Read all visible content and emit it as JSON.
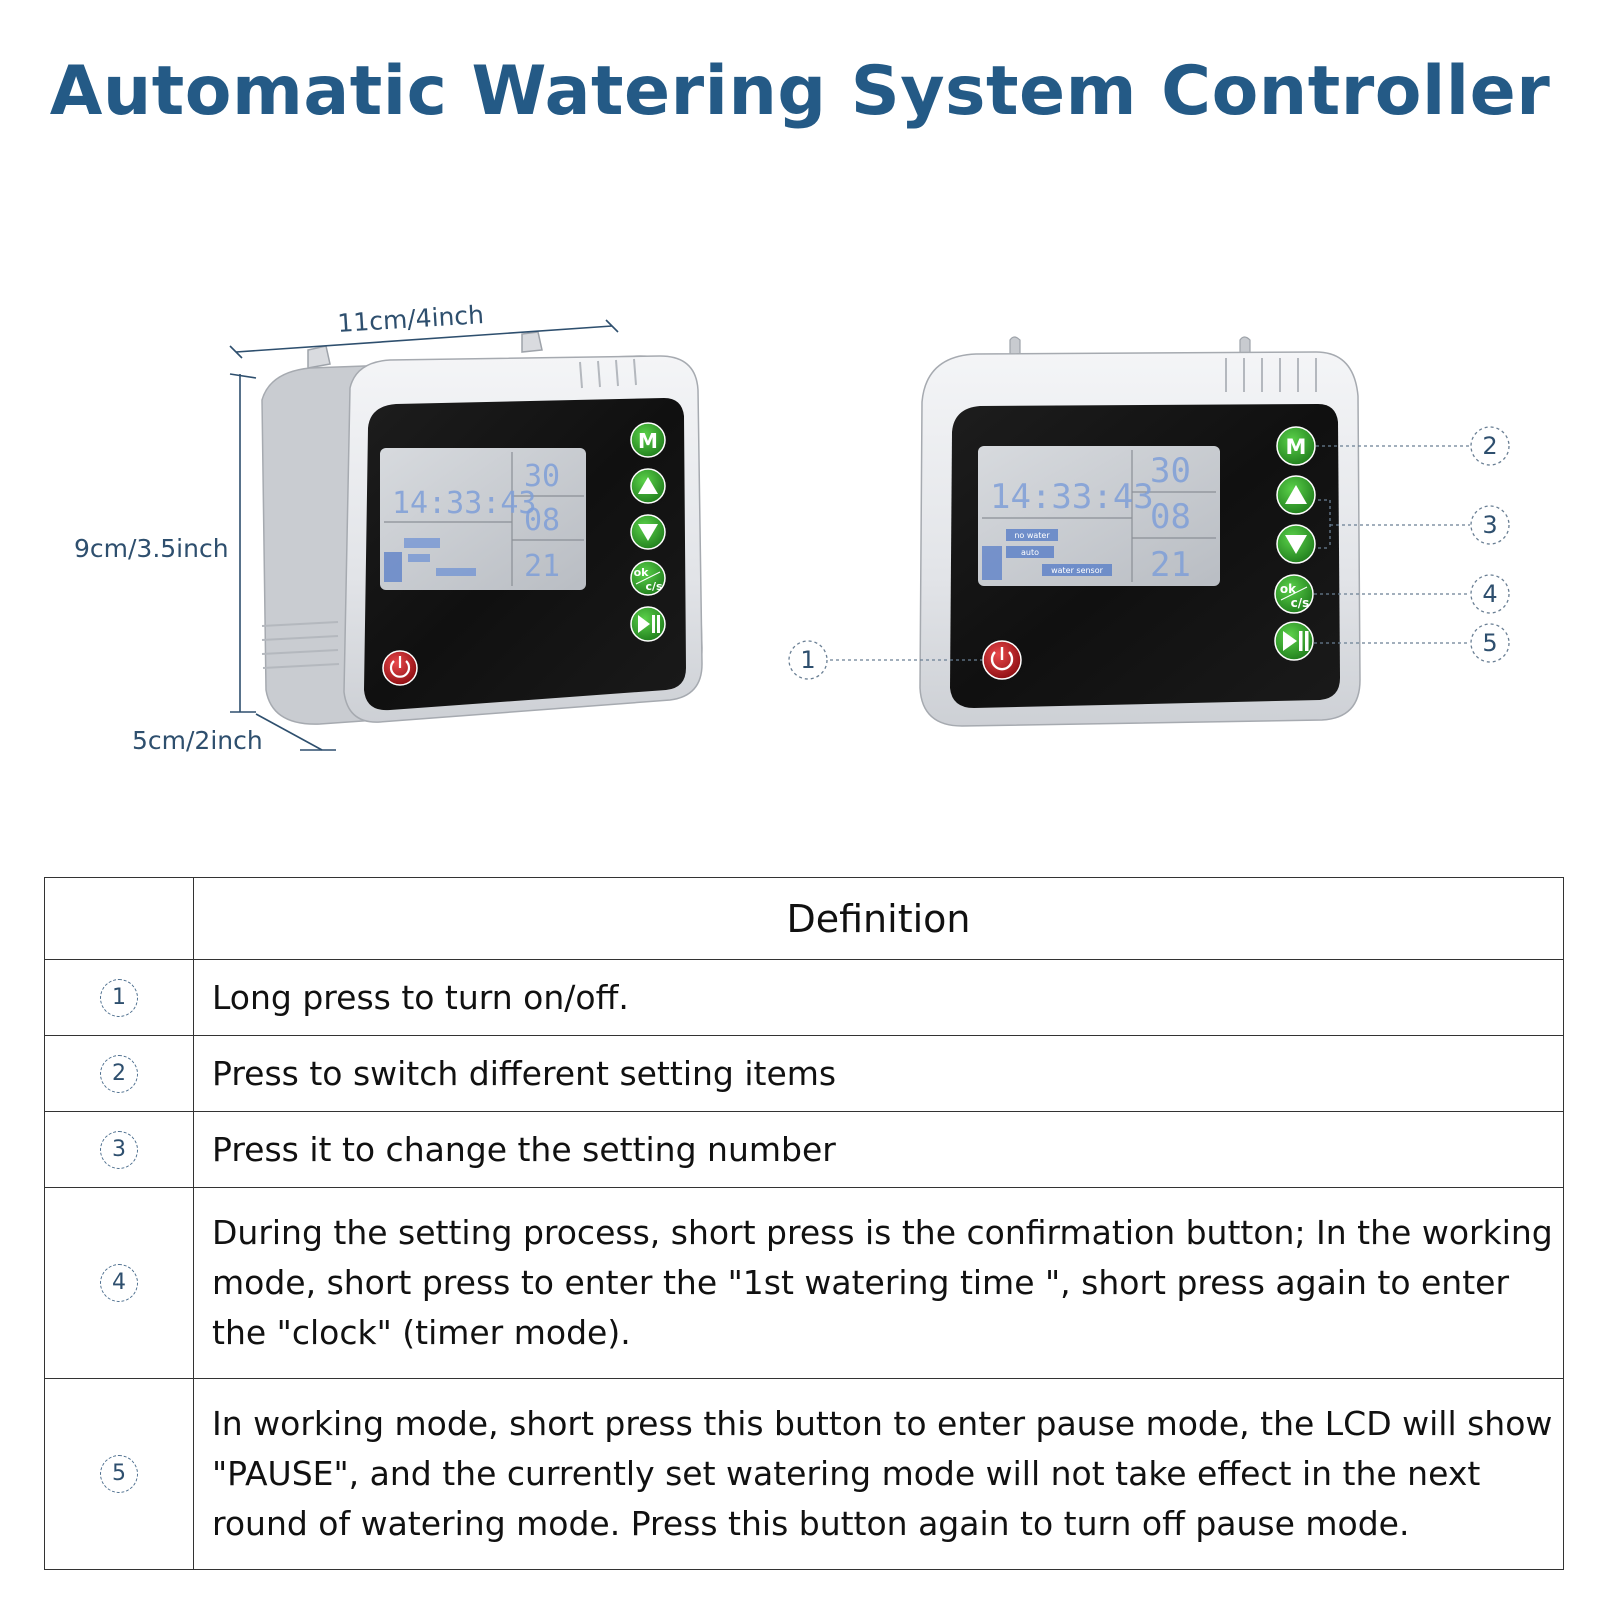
{
  "title": "Automatic Watering System Controller",
  "dimensions": {
    "width": "11cm/4inch",
    "height": "9cm/3.5inch",
    "depth": "5cm/2inch"
  },
  "device": {
    "lcd_clock": "14:33:43",
    "lcd_right": [
      "30",
      "08",
      "21"
    ],
    "lcd_labels": [
      "no water",
      "auto",
      "water sensor"
    ],
    "buttons": {
      "mode": "M",
      "ok_top": "ok",
      "ok_bottom": "c/s"
    }
  },
  "callouts": [
    "1",
    "2",
    "3",
    "4",
    "5"
  ],
  "table": {
    "header": "Definition",
    "rows": [
      {
        "num": "1",
        "text": "Long press to turn on/off."
      },
      {
        "num": "2",
        "text": "Press to switch different setting items"
      },
      {
        "num": "3",
        "text": "Press it to change the setting number"
      },
      {
        "num": "4",
        "text": "During the setting process, short press is the confirmation button; In the working mode, short press to enter the \"1st watering time \", short press again to enter the \"clock\" (timer mode)."
      },
      {
        "num": "5",
        "text": "In working mode, short press this button to enter pause mode, the LCD will show \"PAUSE\", and the currently set watering mode will not take effect in the next round of watering mode. Press this button again to turn off pause mode."
      }
    ]
  },
  "colors": {
    "title": "#245a86",
    "button_green": "#2f9a2a",
    "power_red": "#c0161c",
    "lcd_bg": "#c8ccd2",
    "panel_black": "#151515"
  }
}
